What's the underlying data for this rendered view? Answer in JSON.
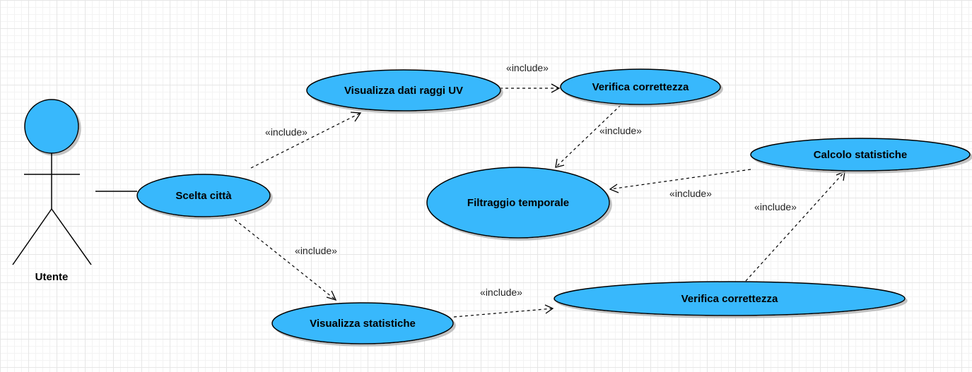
{
  "colors": {
    "use_case_fill": "#38b8fc",
    "stroke": "#000000",
    "shadow": "#b3b3b3"
  },
  "actor": {
    "label": "Utente"
  },
  "use_cases": {
    "scelta_citta": "Scelta città",
    "visualizza_uv": "Visualizza dati raggi UV",
    "verifica_1": "Verifica correttezza",
    "filtraggio": "Filtraggio temporale",
    "calcolo": "Calcolo statistiche",
    "visualizza_stat": "Visualizza statistiche",
    "verifica_2": "Verifica correttezza"
  },
  "relations": {
    "scelta_to_uv": "«include»",
    "uv_to_verifica": "«include»",
    "verifica_to_filtraggio": "«include»",
    "calcolo_to_filtraggio": "«include»",
    "scelta_to_stat": "«include»",
    "stat_to_verifica": "«include»",
    "verifica_to_calcolo": "«include»"
  }
}
